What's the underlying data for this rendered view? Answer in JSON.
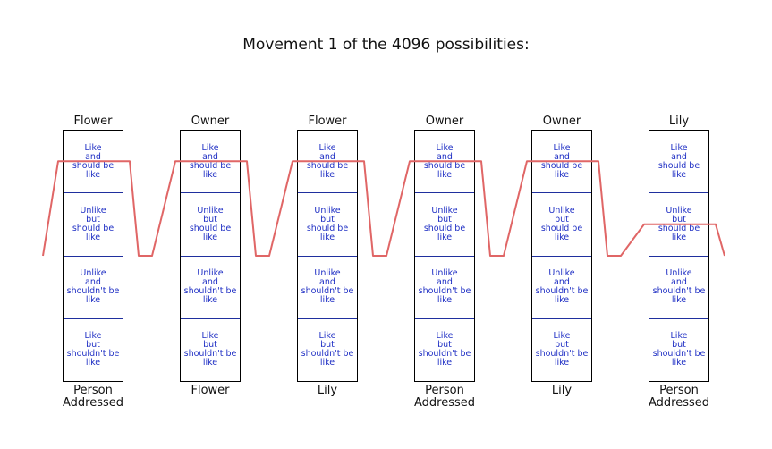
{
  "title": "Movement 1 of the 4096 possibilities:",
  "colors": {
    "cell_text": "#1f2fc4",
    "divider": "#1f2f9e",
    "path": "#e06666",
    "border": "#000000"
  },
  "row_labels": [
    "Like\nand\nshould be\nlike",
    "Unlike\nbut\nshould be\nlike",
    "Unlike\nand\nshouldn't be\nlike",
    "Like\nbut\nshouldn't be\nlike"
  ],
  "columns": [
    {
      "top": "Flower",
      "bottom": "Person\nAddressed",
      "level": 0
    },
    {
      "top": "Owner",
      "bottom": "Flower",
      "level": 0
    },
    {
      "top": "Flower",
      "bottom": "Lily",
      "level": 0
    },
    {
      "top": "Owner",
      "bottom": "Person\nAddressed",
      "level": 0
    },
    {
      "top": "Owner",
      "bottom": "Lily",
      "level": 0
    },
    {
      "top": "Lily",
      "bottom": "Person\nAddressed",
      "level": 1
    }
  ]
}
